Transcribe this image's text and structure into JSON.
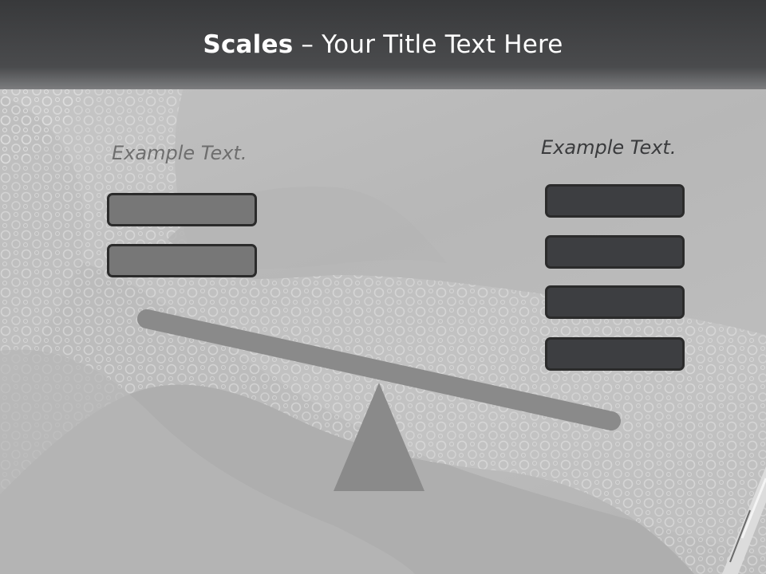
{
  "slide": {
    "title_bold": "Scales",
    "title_rest": " – Your Title Text Here",
    "left_text": "Example Text.",
    "right_text": "Example Text.",
    "left_boxes": [
      "",
      ""
    ],
    "right_boxes": [
      "",
      "",
      "",
      ""
    ]
  },
  "colors": {
    "title_bar": "#3d3e40",
    "left_box_fill": "#777777",
    "right_box_fill": "#3d3e41",
    "box_border": "#2b2b2b",
    "scale_fill": "#888888",
    "background": "#bdbdbd"
  }
}
